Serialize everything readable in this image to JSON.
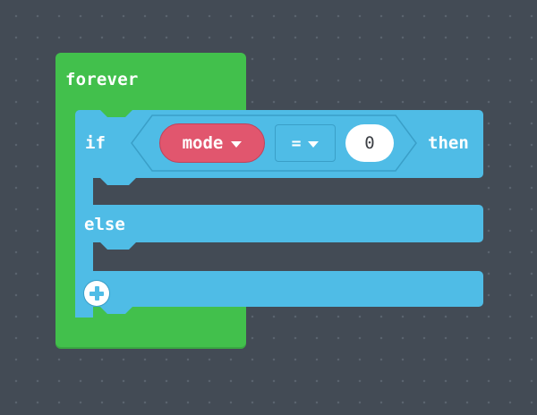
{
  "forever": {
    "label": "forever"
  },
  "if_block": {
    "if_label": "if",
    "then_label": "then",
    "else_label": "else",
    "condition": {
      "variable": "mode",
      "operator": "=",
      "value": "0"
    }
  },
  "colors": {
    "workspace": "#434b55",
    "forever_green": "#42c04c",
    "logic_blue": "#4fbce6",
    "variable_red": "#e1566e",
    "number_white": "#ffffff"
  },
  "icons": {
    "dropdown": "chevron-down-icon",
    "add": "plus-circle-icon"
  }
}
